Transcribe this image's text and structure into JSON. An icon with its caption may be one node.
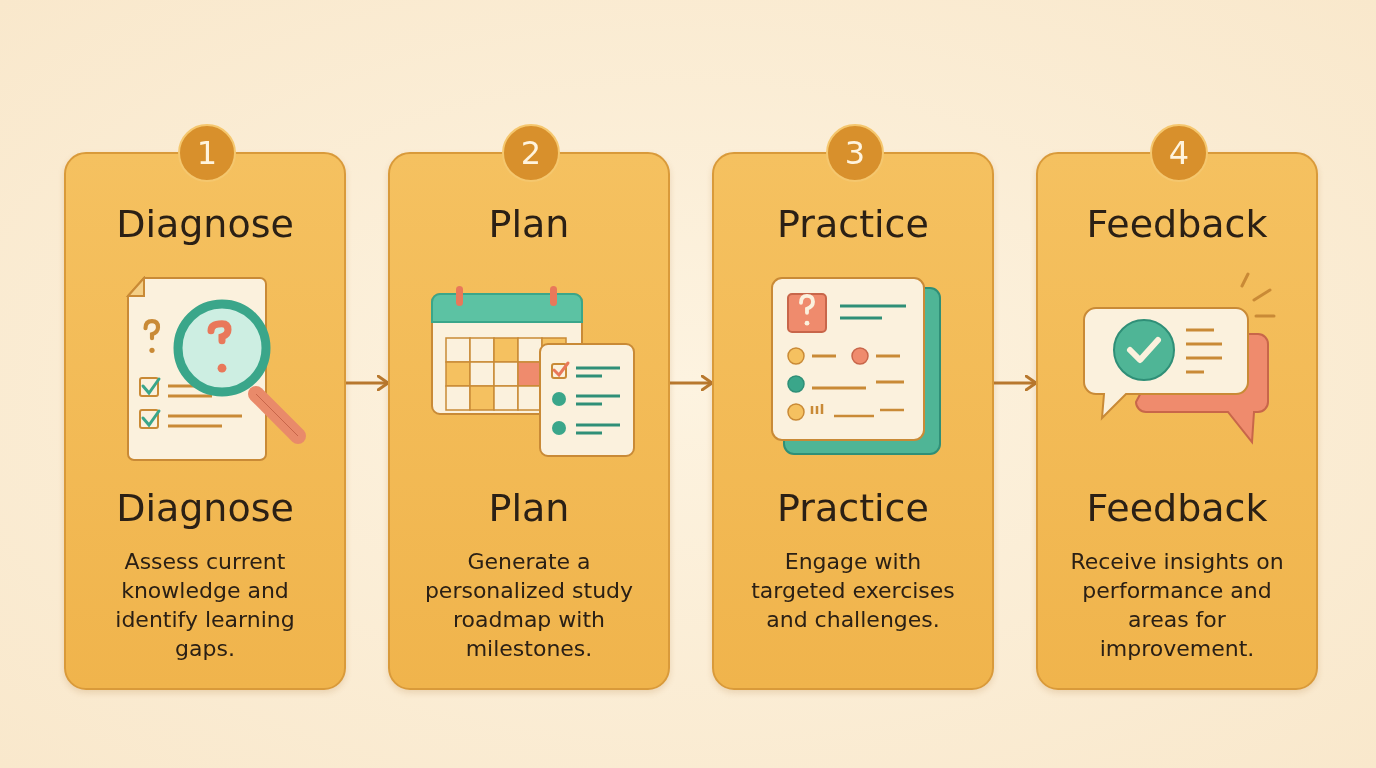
{
  "diagram": {
    "nodes": [
      {
        "text": [
          "1",
          "Diagnose",
          "Diagnose",
          "Assess current knowledge and identify learning gaps."
        ]
      },
      {
        "text": [
          "2",
          "Plan",
          "Plan",
          "Generate a personalized study roadmap with milestones."
        ]
      },
      {
        "text": [
          "3",
          "Practice",
          "Practice",
          "Engage with targeted exercises and challenges."
        ]
      },
      {
        "text": [
          "4",
          "Feedback",
          "Feedback",
          "Receive insights on performance and areas for improvement."
        ]
      }
    ],
    "edges": [
      {
        "from": 0,
        "to": 1,
        "arrow": "to"
      },
      {
        "from": 1,
        "to": 2,
        "arrow": "to"
      },
      {
        "from": 2,
        "to": 3,
        "arrow": "to"
      }
    ]
  }
}
